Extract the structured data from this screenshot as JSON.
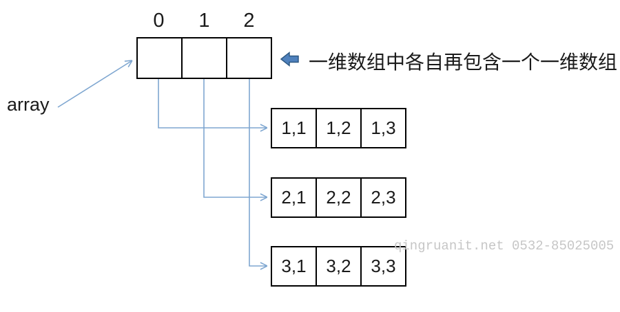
{
  "diagram": {
    "array_label": "array",
    "annotation": "一维数组中各自再包含一个一维数组",
    "watermark": "qingruanit.net 0532-85025005",
    "top_array": {
      "indices": [
        "0",
        "1",
        "2"
      ],
      "cells": [
        "",
        "",
        ""
      ]
    },
    "sub_arrays": [
      {
        "cells": [
          "1,1",
          "1,2",
          "1,3"
        ]
      },
      {
        "cells": [
          "2,1",
          "2,2",
          "2,3"
        ]
      },
      {
        "cells": [
          "3,1",
          "3,2",
          "3,3"
        ]
      }
    ],
    "colors": {
      "connector": "#7ea6d0",
      "block_arrow_fill": "#4f81bd",
      "block_arrow_stroke": "#2e5984",
      "box_border": "#000000",
      "watermark": "#c6c6c6"
    }
  }
}
